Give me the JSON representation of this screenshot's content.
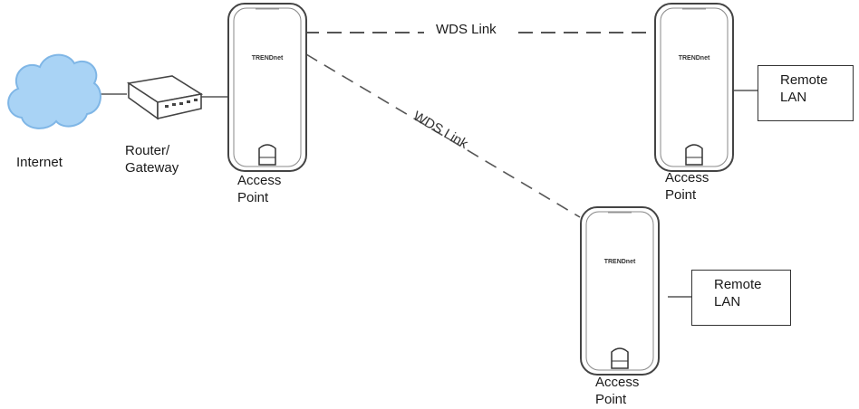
{
  "nodes": {
    "internet": {
      "label": "Internet"
    },
    "router": {
      "label": "Router/\nGateway"
    },
    "main_ap": {
      "label": "Access\nPoint",
      "brand": "TRENDnet"
    },
    "remote_ap_1": {
      "label": "Access\nPoint",
      "brand": "TRENDnet"
    },
    "remote_ap_2": {
      "label": "Access\nPoint",
      "brand": "TRENDnet"
    },
    "remote_lan_1": {
      "label": "Remote\nLAN"
    },
    "remote_lan_2": {
      "label": "Remote\nLAN"
    }
  },
  "links": {
    "wds_link_1": {
      "label": "WDS Link"
    },
    "wds_link_2": {
      "label": "WDS Link"
    }
  },
  "colors": {
    "cloud": "#a9d3f5",
    "cloud_stroke": "#7fb6e6",
    "line": "#555555",
    "device": "#ffffff",
    "device_stroke": "#444444"
  }
}
